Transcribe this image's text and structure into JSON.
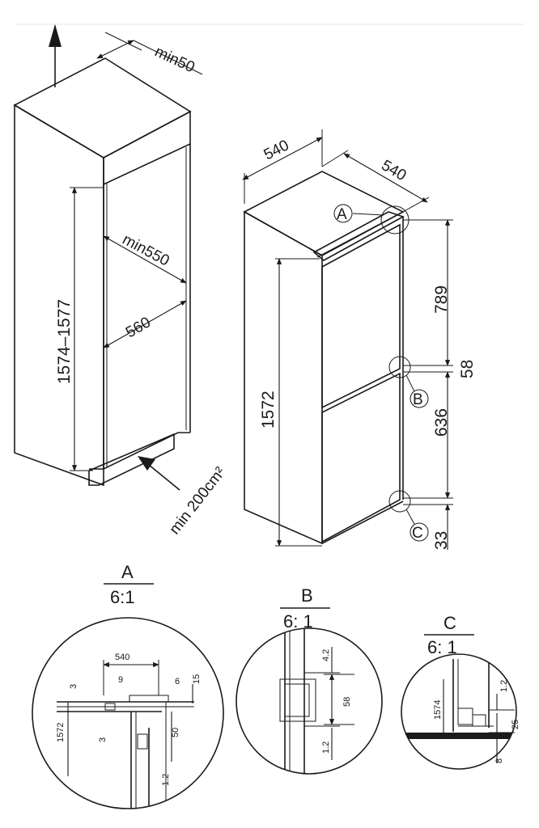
{
  "cabinet": {
    "top_clearance": "min50",
    "depth_min": "min550",
    "width": "560",
    "height_range": "1574–1577",
    "vent_area": "min 200cm²"
  },
  "fridge": {
    "width": "540",
    "depth": "540",
    "height": "1572",
    "upper_door": "789",
    "gap": "58",
    "lower_door": "636",
    "bottom": "33",
    "label_a": "A",
    "label_b": "B",
    "label_c": "C"
  },
  "detail_a": {
    "label": "A",
    "scale": "6:1",
    "dims": {
      "d540": "540",
      "d9": "9",
      "d6": "6",
      "d15": "15",
      "d3a": "3",
      "d1572": "1572",
      "d3b": "3",
      "d50": "50",
      "d12": "1.2"
    }
  },
  "detail_b": {
    "label": "B",
    "scale": "6: 1",
    "dims": {
      "d42": "4.2",
      "d58": "58",
      "d12": "1.2"
    }
  },
  "detail_c": {
    "label": "C",
    "scale": "6: 1",
    "dims": {
      "d1574": "1574",
      "d12": "1.2",
      "d25": "25",
      "d8": "8"
    }
  }
}
